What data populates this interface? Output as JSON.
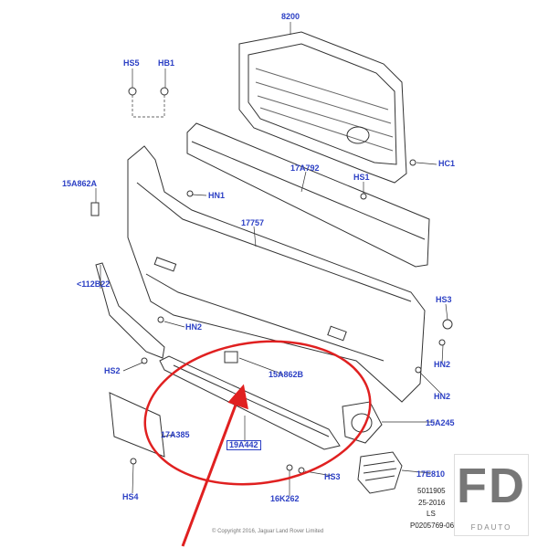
{
  "labels": {
    "grille": "8200",
    "hs5": "HS5",
    "hb1": "HB1",
    "p15a862a": "15A862A",
    "hn1": "HN1",
    "p17a792": "17A792",
    "hs1": "HS1",
    "hc1": "HC1",
    "p17757": "17757",
    "p112b22": "<112B22",
    "hs3_right": "HS3",
    "hn2_left": "HN2",
    "hn2_right_a": "HN2",
    "hn2_right_b": "HN2",
    "hs2": "HS2",
    "p15a862b": "15A862B",
    "p15a245": "15A245",
    "p17a385": "17A385",
    "p19a442": "19A442",
    "hs3_bottom": "HS3",
    "p17e810": "17E810",
    "hs4": "HS4",
    "p16k262": "16K262"
  },
  "meta": {
    "line1": "5011905",
    "line2": "25-2016",
    "line3": "LS",
    "line4": "P0205769-06",
    "copyright": "© Copyright 2016, Jaguar Land Rover Limited"
  },
  "watermark": {
    "big": "FD",
    "small": "FDAUTO"
  },
  "colors": {
    "label": "#2b3fc4",
    "highlight": "#e02020"
  }
}
